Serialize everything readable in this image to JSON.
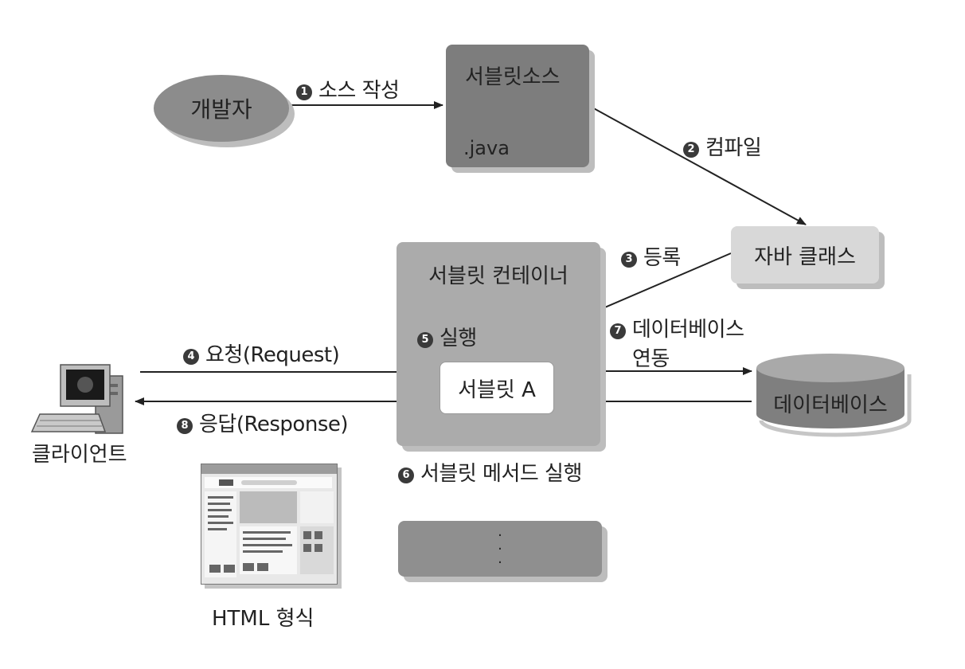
{
  "nodes": {
    "developer": "개발자",
    "servlet_source_title": "서블릿소스",
    "servlet_source_ext": ".java",
    "java_class": "자바 클래스",
    "servlet_container": "서블릿 컨테이너",
    "servlet_a": "서블릿 A",
    "more_dots": "⋮",
    "database": "데이터베이스",
    "client": "클라이언트",
    "html_format": "HTML 형식"
  },
  "steps": [
    {
      "num": "1",
      "label": "소스 작성"
    },
    {
      "num": "2",
      "label": "컴파일"
    },
    {
      "num": "3",
      "label": "등록"
    },
    {
      "num": "4",
      "label": "요청(Request)"
    },
    {
      "num": "5",
      "label": "실행"
    },
    {
      "num": "6",
      "label": "서블릿 메서드 실행"
    },
    {
      "num": "7",
      "label": "데이터베이스",
      "label2": "연동"
    },
    {
      "num": "8",
      "label": "응답(Response)"
    }
  ]
}
